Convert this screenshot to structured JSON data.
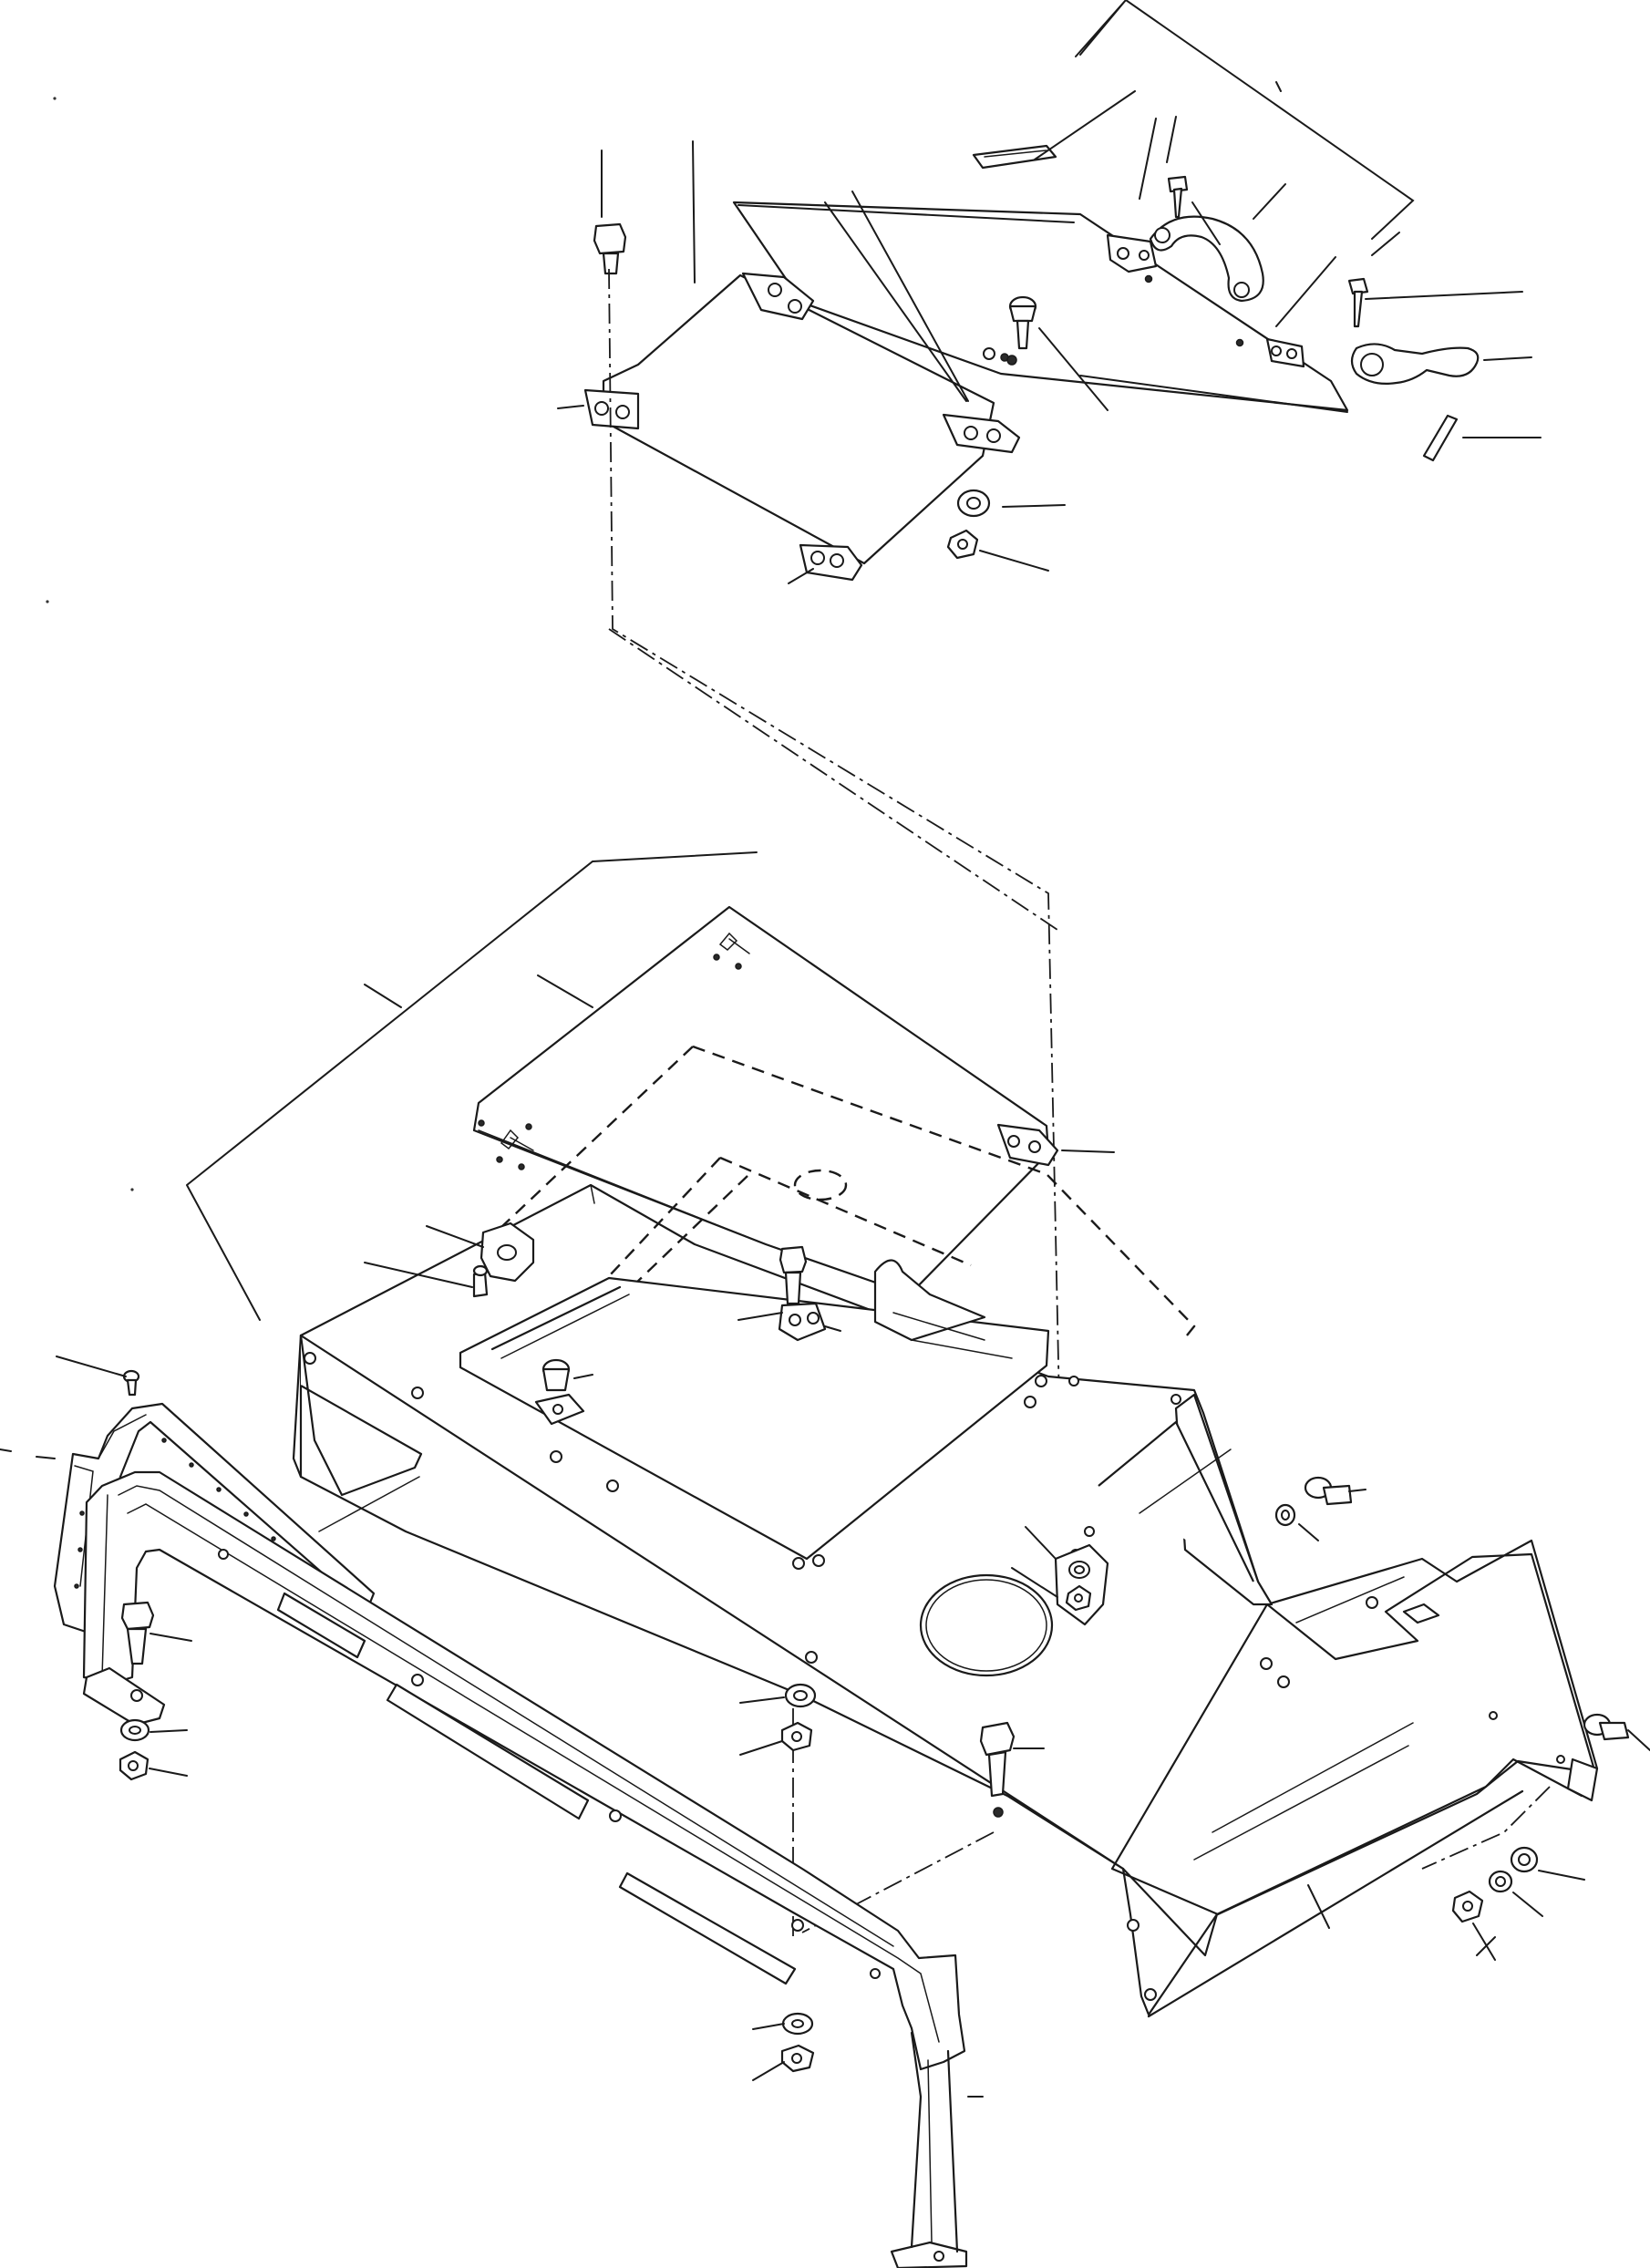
{
  "drawing": {
    "kind": "exploded parts diagram",
    "colors": {
      "ink": "#1a1a1a",
      "paper": "#ffffff"
    },
    "parts": [
      "access-cover",
      "cover-hinge",
      "grab-handle",
      "latch",
      "hood-panel",
      "top-hatch",
      "side-rail-left",
      "side-rail-front",
      "rear-panel",
      "hex-bolt",
      "washer",
      "hex-nut",
      "knob-bolt"
    ]
  }
}
